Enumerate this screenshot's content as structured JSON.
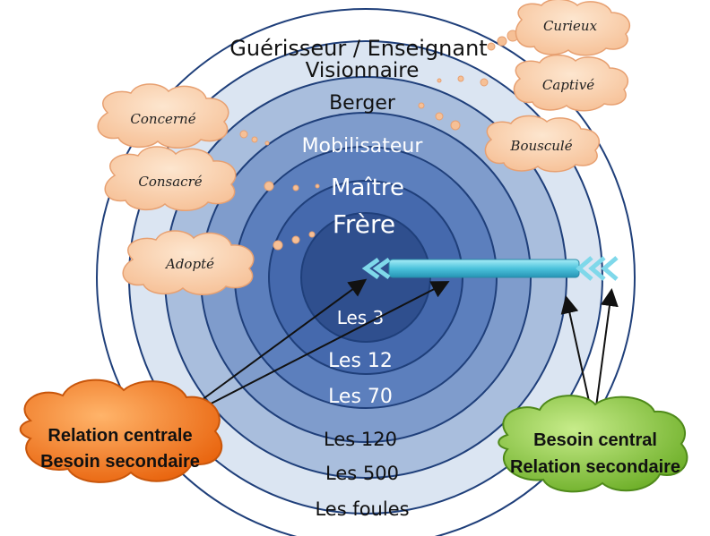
{
  "top_rings": {
    "outer": "Guérisseur / Enseignant",
    "r2": "Visionnaire",
    "r3": "Berger",
    "r4": "Mobilisateur",
    "r5": "Maître",
    "r6": "Frère"
  },
  "bottom_rings": {
    "r6": "Les 3",
    "r5": "Les 12",
    "r4": "Les 70",
    "r3": "Les 120",
    "r2": "Les 500",
    "outer": "Les foules"
  },
  "clouds_left": {
    "a": "Concerné",
    "b": "Consacré",
    "c": "Adopté"
  },
  "clouds_right": {
    "a": "Curieux",
    "b": "Captivé",
    "c": "Bousculé"
  },
  "callout_left": {
    "line1": "Relation centrale",
    "line2": "Besoin secondaire"
  },
  "callout_right": {
    "line1": "Besoin central",
    "line2": "Relation secondaire"
  },
  "colors": {
    "ring_outline": "#1f3f7a",
    "ring_outer": "#ffffff",
    "ring_2": "#dbe5f2",
    "ring_3": "#a9bedd",
    "ring_4": "#7f9ccc",
    "ring_5": "#5c7fbd",
    "ring_6": "#4569ad",
    "ring_7": "#2f4f8e",
    "cloud_fill": "#f9d2b0",
    "cloud_stroke": "#e7a071",
    "arrow_bar": "#59c7dd",
    "callout_orange": "#f07a1a",
    "callout_green": "#88c53c"
  }
}
